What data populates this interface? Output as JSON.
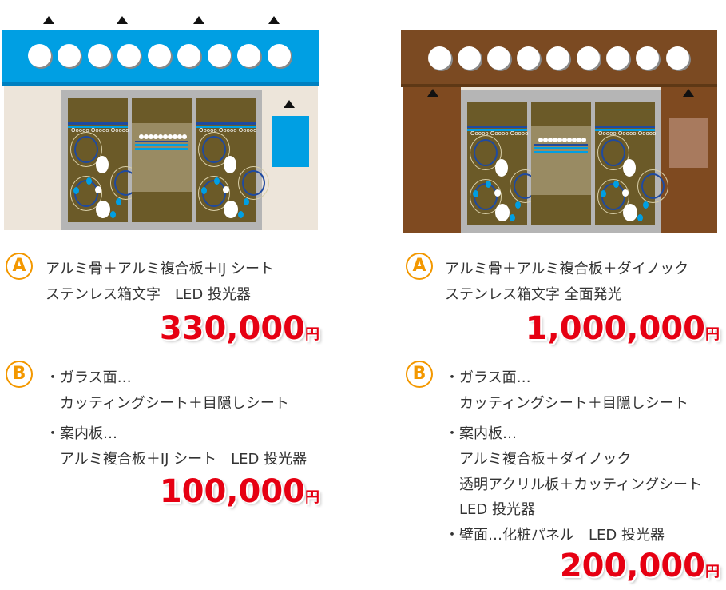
{
  "colors": {
    "blue": "#009fe3",
    "brown": "#7b4a22",
    "accent": "#f39800",
    "price": "#e60012"
  },
  "left": {
    "a": {
      "badge": "A",
      "lines": [
        "アルミ骨＋アルミ複合板＋IJ シート",
        "ステンレス箱文字　LED 投光器"
      ],
      "price": "330,000",
      "unit": "円"
    },
    "b": {
      "badge": "B",
      "lines": [
        "・ガラス面…",
        "　カッティングシート＋目隠しシート",
        "・案内板…",
        "　アルミ複合板＋IJ シート　LED 投光器"
      ],
      "price": "100,000",
      "unit": "円"
    },
    "panel_text": "Ooooo  Ooooo Ooooo"
  },
  "right": {
    "a": {
      "badge": "A",
      "lines": [
        "アルミ骨＋アルミ複合板＋ダイノック",
        "ステンレス箱文字 全面発光"
      ],
      "price": "1,000,000",
      "unit": "円"
    },
    "b": {
      "badge": "B",
      "lines": [
        "・ガラス面…",
        "　カッティングシート＋目隠しシート",
        "・案内板…",
        "　アルミ複合板＋ダイノック",
        "　透明アクリル板＋カッティングシート",
        "　LED 投光器",
        "・壁面…化粧パネル　LED 投光器"
      ],
      "price": "200,000",
      "unit": "円"
    },
    "panel_text": "Ooooo  Ooooo Ooooo"
  }
}
